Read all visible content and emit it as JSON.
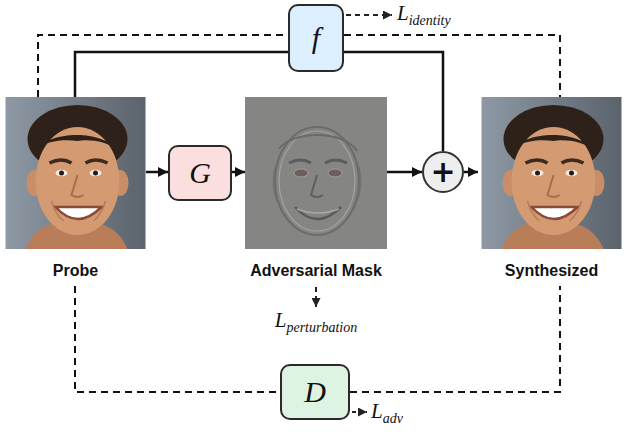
{
  "diagram": {
    "nodes": [
      {
        "text": [
          "f"
        ]
      },
      {
        "text": [
          "Probe"
        ]
      },
      {
        "text": [
          "G"
        ]
      },
      {
        "text": [
          "Adversarial Mask"
        ]
      },
      {
        "text": [
          "+"
        ]
      },
      {
        "text": [
          "Synthesized"
        ]
      },
      {
        "text": [
          "D"
        ]
      }
    ],
    "edges": [
      {
        "from": 1,
        "to": 2,
        "arrow": "to"
      },
      {
        "from": 2,
        "to": 3,
        "arrow": "to"
      },
      {
        "from": 3,
        "to": 4,
        "arrow": "to"
      },
      {
        "from": 4,
        "to": 5,
        "arrow": "to"
      },
      {
        "from": 1,
        "to": 4,
        "arrow": "none"
      },
      {
        "from": 1,
        "to": 0,
        "arrow": "none"
      },
      {
        "from": 0,
        "to": 5,
        "arrow": "none"
      },
      {
        "from": 1,
        "to": 6,
        "arrow": "none"
      },
      {
        "from": 6,
        "to": 5,
        "arrow": "none"
      }
    ],
    "labels": [
      "Lidentity",
      "Lperturbation",
      "Ladv"
    ]
  }
}
